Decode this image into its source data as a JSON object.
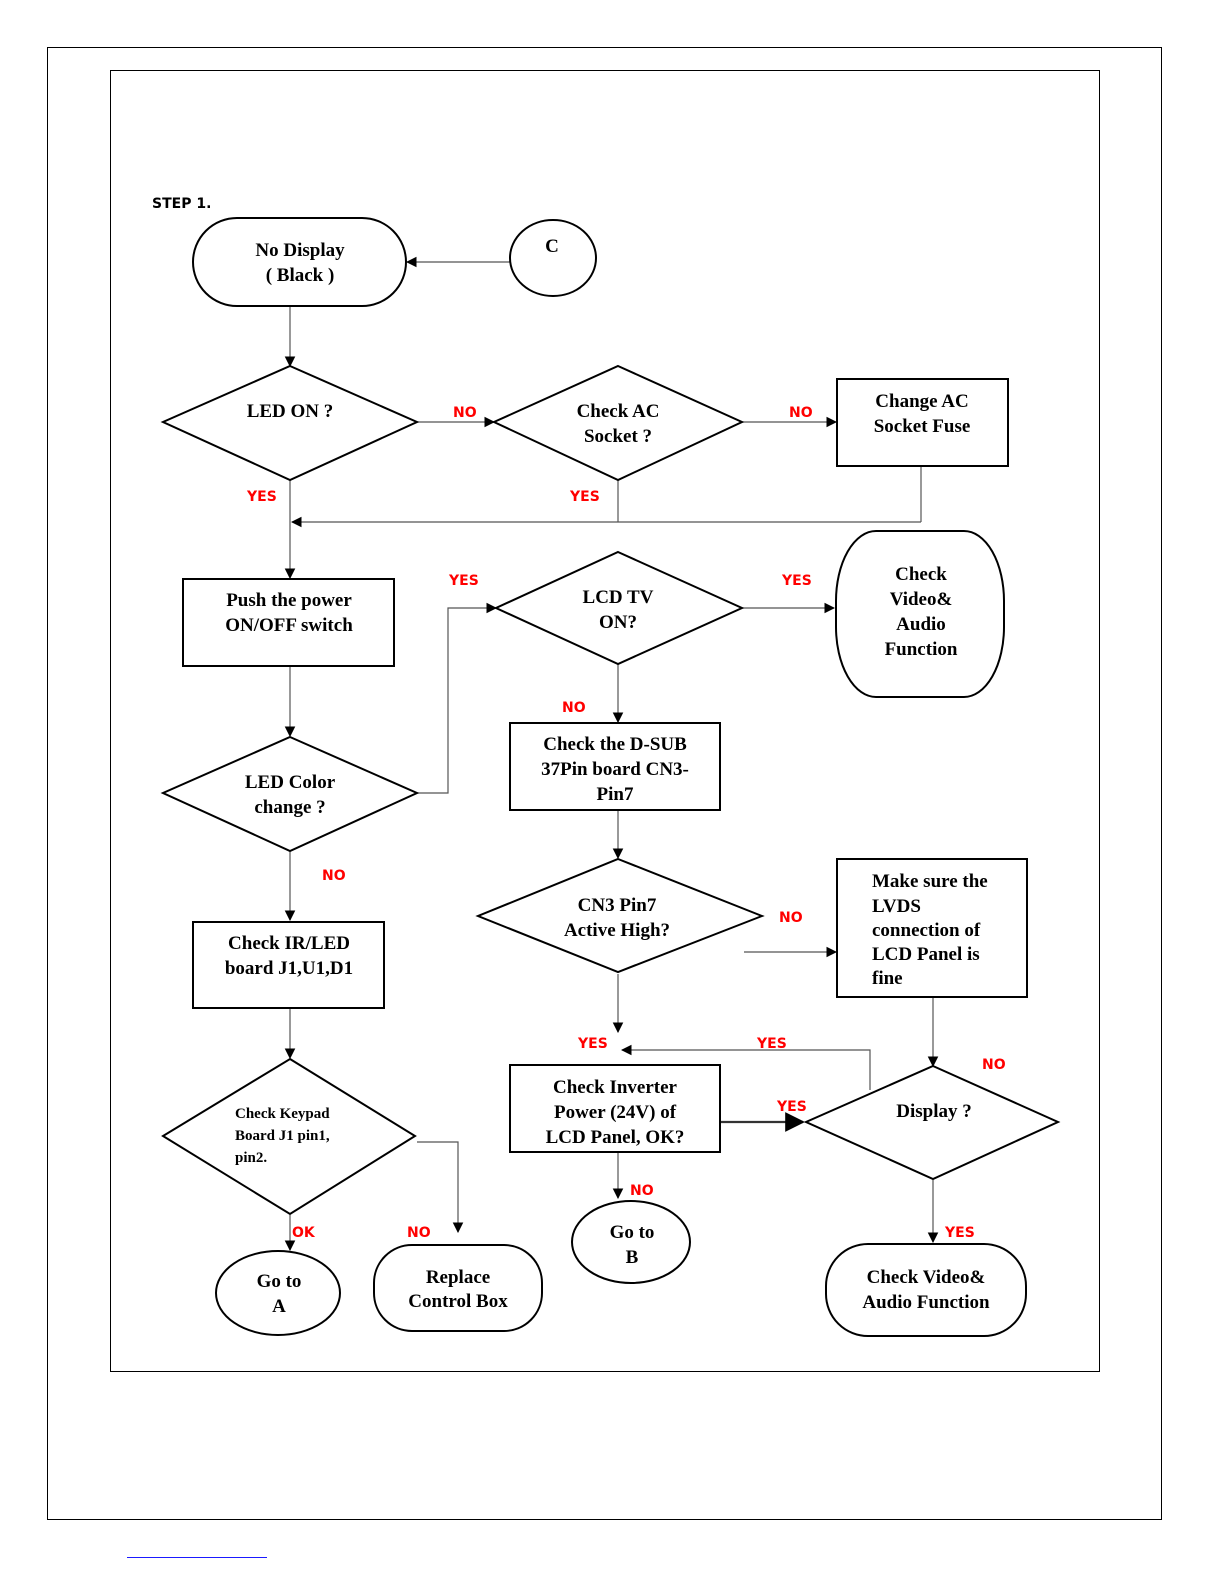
{
  "step_title": "STEP 1.",
  "nodes": {
    "no_display": [
      "No Display",
      "( Black )"
    ],
    "connector_c": [
      "C"
    ],
    "led_on": [
      "LED ON ?"
    ],
    "check_ac_socket": [
      "Check AC",
      "Socket  ?"
    ],
    "change_ac_fuse": [
      "Change AC",
      "Socket Fuse"
    ],
    "push_power": [
      "Push the power",
      "ON/OFF switch"
    ],
    "lcd_tv_on": [
      "LCD TV",
      "ON?"
    ],
    "check_video_audio_1": [
      "Check",
      "Video&",
      "Audio",
      "Function"
    ],
    "led_color_change": [
      "LED Color",
      "change ?"
    ],
    "check_dsub": [
      "Check the D-SUB",
      "37Pin board CN3-",
      "Pin7"
    ],
    "cn3_pin7_active": [
      "CN3 Pin7",
      "Active High?"
    ],
    "make_sure_lvds": [
      "Make sure the",
      "LVDS",
      "connection of",
      "LCD Panel is",
      "fine"
    ],
    "check_ir_led": [
      "Check IR/LED",
      "board J1,U1,D1"
    ],
    "check_inverter": [
      "Check Inverter",
      "Power (24V) of",
      "LCD Panel, OK?"
    ],
    "display_q": [
      "Display ?"
    ],
    "check_keypad": [
      "Check Keypad",
      "Board J1 pin1,",
      "pin2."
    ],
    "go_to_a": [
      "Go to",
      "A"
    ],
    "replace_control_box": [
      "Replace",
      "Control Box"
    ],
    "go_to_b": [
      "Go to",
      "B"
    ],
    "check_video_audio_2": [
      "Check Video&",
      "Audio Function"
    ]
  },
  "edge_labels": {
    "led_on_no": "NO",
    "ac_socket_no": "NO",
    "led_on_yes": "YES",
    "ac_socket_yes": "YES",
    "color_change_yes": "YES",
    "lcd_tv_yes": "YES",
    "lcd_tv_no": "NO",
    "color_change_no": "NO",
    "cn3_no": "NO",
    "cn3_yes": "YES",
    "display_yes_back": "YES",
    "inverter_yes": "YES",
    "display_no": "NO",
    "keypad_ok": "OK",
    "keypad_no": "NO",
    "inverter_no": "NO",
    "display_yes_down": "YES"
  },
  "colors": {
    "label_red": "#ff0000",
    "line": "#000000"
  }
}
